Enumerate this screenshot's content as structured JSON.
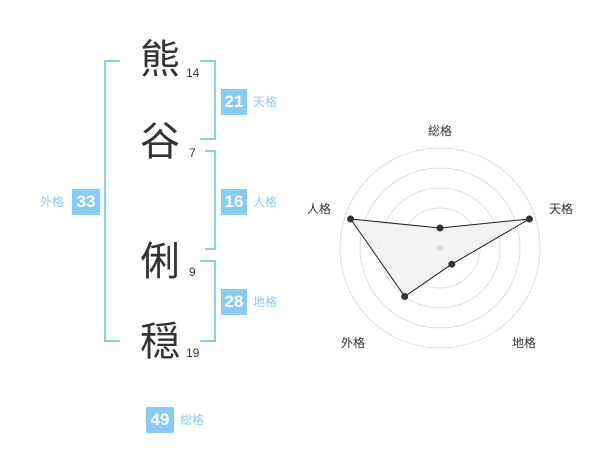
{
  "name": {
    "chars": [
      {
        "char": "熊",
        "strokes": "14"
      },
      {
        "char": "谷",
        "strokes": "7"
      },
      {
        "char": "俐",
        "strokes": "9"
      },
      {
        "char": "穏",
        "strokes": "19"
      }
    ]
  },
  "fortunes": {
    "tenkaku": {
      "value": "21",
      "label": "天格"
    },
    "jinkaku": {
      "value": "16",
      "label": "人格"
    },
    "chikaku": {
      "value": "28",
      "label": "地格"
    },
    "gaikaku": {
      "value": "33",
      "label": "外格"
    },
    "soukaku": {
      "value": "49",
      "label": "総格"
    }
  },
  "radar": {
    "labels": [
      "総格",
      "天格",
      "地格",
      "外格",
      "人格"
    ],
    "levels": 5,
    "values": [
      1,
      4.7,
      1,
      3,
      4.7
    ],
    "colors": {
      "fill": "#f0f0f0",
      "line": "#222222",
      "grid": "#dddddd",
      "point": "#333333",
      "center": "#dddddd"
    }
  }
}
